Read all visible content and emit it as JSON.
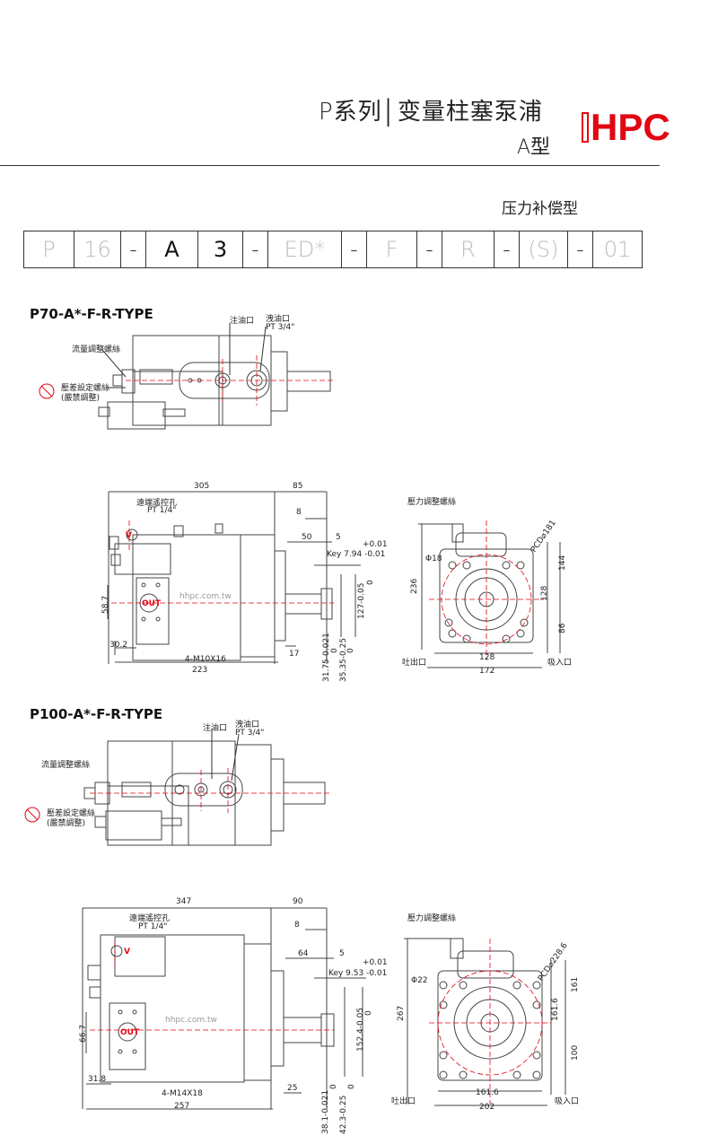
{
  "header": {
    "title_main": "P系列│变量柱塞泵浦",
    "title_sub": "A型",
    "logo": "HPC"
  },
  "subtype": "压力补偿型",
  "code": [
    "P",
    "16",
    "-",
    "A",
    "3",
    "-",
    "ED*",
    "-",
    "F",
    "-",
    "R",
    "-",
    "(S)",
    "-",
    "01"
  ],
  "p70": {
    "title": "P70-A*-F-R-TYPE",
    "labels": {
      "inlet_oil": "注油口",
      "drain": "洩油口",
      "drain_pt": "PT 3/4\"",
      "flow_screw": "流量調整螺絲",
      "pressure_set": "壓差設定螺絲",
      "pressure_set_note": "(嚴禁調整)",
      "remote": "遠端遙控孔",
      "remote_pt": "PT 1/4\"",
      "pressure_adj": "壓力調整螺絲",
      "outlet": "吐出口",
      "inlet": "吸入口",
      "bolt": "4-M10X16",
      "watermark": "hhpc.com.tw",
      "out": "OUT",
      "v": "V"
    },
    "dims": {
      "d305": "305",
      "d85": "85",
      "d8": "8",
      "d50": "50",
      "d5": "5",
      "tol_plus": "+0.01",
      "key": "Key 7.94 -0.01",
      "d58_7": "58.7",
      "d127": "127-0.05",
      "d127_zero": "0",
      "d30_2": "30.2",
      "d17": "17",
      "d223": "223",
      "d31_75": "31.75-0.021",
      "d31_zero": "0",
      "d35_35": "35.35-0.25",
      "d35_zero": "0",
      "phi18": "Φ18",
      "pcd": "PCD⌀181",
      "d236": "236",
      "d144": "144",
      "d128v": "128",
      "d86": "86",
      "d128": "128",
      "d172": "172"
    }
  },
  "p100": {
    "title": "P100-A*-F-R-TYPE",
    "labels": {
      "inlet_oil": "注油口",
      "drain": "洩油口",
      "drain_pt": "PT 3/4\"",
      "flow_screw": "流量調整螺絲",
      "pressure_set": "壓差設定螺絲",
      "pressure_set_note": "(嚴禁調整)",
      "remote": "遠端遙控孔",
      "remote_pt": "PT 1/4\"",
      "pressure_adj": "壓力調整螺絲",
      "outlet": "吐出口",
      "inlet": "吸入口",
      "bolt": "4-M14X18",
      "watermark": "hhpc.com.tw",
      "out": "OUT",
      "v": "V"
    },
    "dims": {
      "d347": "347",
      "d90": "90",
      "d8": "8",
      "d64": "64",
      "d5": "5",
      "tol_plus": "+0.01",
      "key": "Key 9.53 -0.01",
      "d66_7": "66.7",
      "d152": "152.4-0.05",
      "d152_zero": "0",
      "d31_8": "31.8",
      "d25": "25",
      "d257": "257",
      "d38_1": "38.1-0.021",
      "d38_zero": "0",
      "d42_3": "42.3-0.25",
      "d42_zero": "0",
      "phi22": "Φ22",
      "pcd": "PCD⌀228.6",
      "d267": "267",
      "d161": "161",
      "d161_6v": "161.6",
      "d100": "100",
      "d161_6": "161.6",
      "d202": "202"
    }
  }
}
